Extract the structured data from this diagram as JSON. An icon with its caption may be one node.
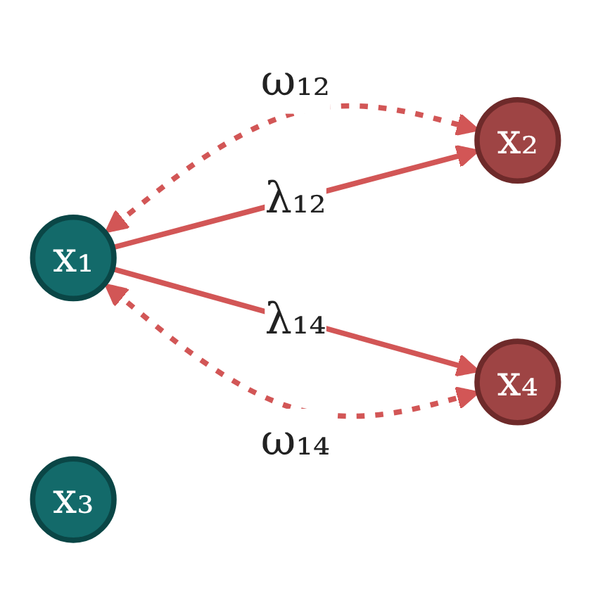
{
  "diagram": {
    "nodes": [
      {
        "text": [
          "x₁"
        ]
      },
      {
        "text": [
          "x₂"
        ]
      },
      {
        "text": [
          "x₃"
        ]
      },
      {
        "text": [
          "x₄"
        ]
      }
    ],
    "edges": [
      {
        "from": 0,
        "to": 1,
        "arrow": "both",
        "label": "ω₁₂",
        "style": "dashed"
      },
      {
        "from": 0,
        "to": 1,
        "arrow": "to",
        "label": "λ₁₂"
      },
      {
        "from": 0,
        "to": 3,
        "arrow": "to",
        "label": "λ₁₄"
      },
      {
        "from": 0,
        "to": 3,
        "arrow": "both",
        "label": "ω₁₄",
        "style": "dashed"
      }
    ]
  }
}
